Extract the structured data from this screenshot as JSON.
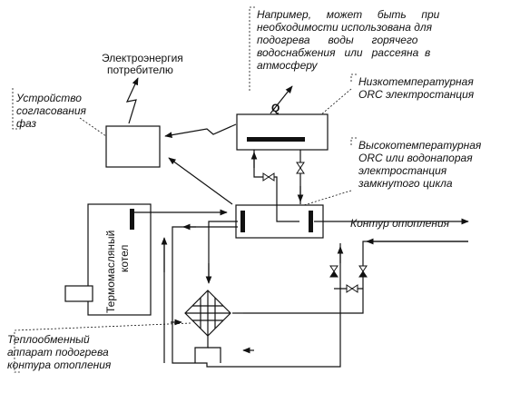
{
  "labels": {
    "note_line1": "Например,     может     быть     при",
    "note_line2": "необходимости использована для",
    "note_line3": "подогрева      воды      горячего",
    "note_line4": "водоснабжения   или   рассеяна  в",
    "note_line5": "атмосферу",
    "power_line1": "Электроэнергия",
    "power_line2": "потребителю",
    "phase_line1": "Устройство",
    "phase_line2": "согласования",
    "phase_line3": "фаз",
    "lowtemp_line1": "Низкотемпературная",
    "lowtemp_line2": "ORC электростанция",
    "heat_symbol": "Q",
    "hightemp_line1": "Высокотемпературная",
    "hightemp_line2": "ORC или водонапорая",
    "hightemp_line3": "электростанция",
    "hightemp_line4": "замкнутого цикла",
    "heating_circuit": "Контур отопления",
    "boiler_line1": "Термомасляный",
    "boiler_line2": "котел",
    "hex_line1": "Теплообменный",
    "hex_line2": "аппарат подогрева",
    "hex_line3": "контура отопления"
  },
  "icons": {
    "valve": "valve-icon",
    "arrow": "arrow-icon",
    "lightning": "lightning-icon"
  },
  "colors": {
    "ink": "#111111",
    "background": "#ffffff"
  }
}
